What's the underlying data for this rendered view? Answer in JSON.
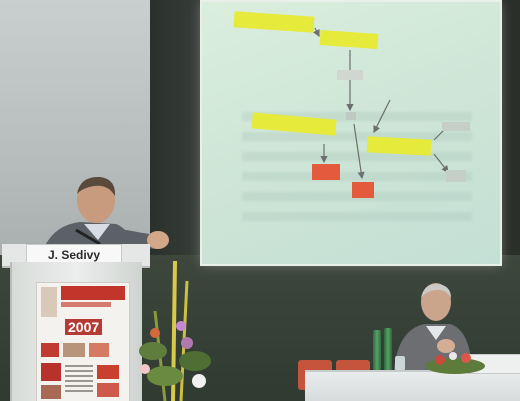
{
  "photo": {
    "speaker_nameplate": "J. Sedivy",
    "poster_year": "2007"
  },
  "colors": {
    "slide_box_yellow": "#e6ea3a",
    "slide_box_red": "#e35a3c",
    "screen_glow": "#d4ebdc",
    "stage_wall": "#34403a",
    "podium": "#e6e8e6",
    "poster_red": "#c2352b",
    "chair_red": "#c4543c"
  },
  "icons": [
    "microphone-icon",
    "flower-arrangement",
    "water-bottle"
  ]
}
